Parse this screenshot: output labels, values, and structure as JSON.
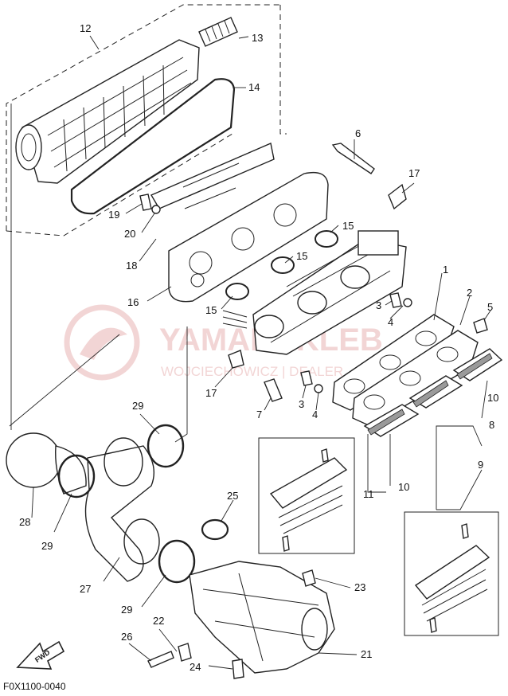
{
  "diagram_code": "F0X1100-0040",
  "fwd_label": "FWD",
  "watermark": {
    "brand": "YAMAHAKLEB",
    "sub": "WOJCIECHOWICZ | DEALER"
  },
  "callouts": {
    "c1": "1",
    "c2": "2",
    "c3a": "3",
    "c3b": "3",
    "c4a": "4",
    "c4b": "4",
    "c5": "5",
    "c6": "6",
    "c7": "7",
    "c8": "8",
    "c9": "9",
    "c10a": "10",
    "c10b": "10",
    "c11": "11",
    "c12": "12",
    "c13": "13",
    "c14": "14",
    "c15a": "15",
    "c15b": "15",
    "c15c": "15",
    "c16": "16",
    "c17a": "17",
    "c17b": "17",
    "c18": "18",
    "c19": "19",
    "c20": "20",
    "c21": "21",
    "c22": "22",
    "c23": "23",
    "c24": "24",
    "c25": "25",
    "c26": "26",
    "c27": "27",
    "c28": "28",
    "c29a": "29",
    "c29b": "29",
    "c29c": "29"
  }
}
